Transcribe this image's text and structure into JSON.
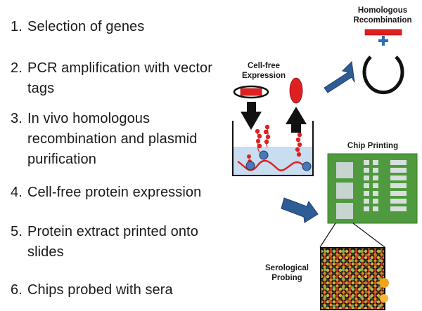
{
  "steps": [
    {
      "number": "1.",
      "line1": "Selection of genes",
      "line2": "",
      "line3": ""
    },
    {
      "number": "2.",
      "line1": "PCR amplification with vector",
      "line2": "tags",
      "line3": ""
    },
    {
      "number": "3.",
      "line1": "In vivo homologous",
      "line2": "recombination and plasmid",
      "line3": "purification"
    },
    {
      "number": "4.",
      "line1": "Cell-free protein expression",
      "line2": "",
      "line3": ""
    },
    {
      "number": "5.",
      "line1": "Protein extract printed onto",
      "line2": "slides",
      "line3": ""
    },
    {
      "number": "6.",
      "line1": "Chips probed with sera",
      "line2": "",
      "line3": ""
    }
  ],
  "labels": {
    "homologous_line1": "Homologous",
    "homologous_line2": "Recombination",
    "cellfree_line1": "Cell-free",
    "cellfree_line2": "Expression",
    "chip_printing": "Chip Printing",
    "serological_line1": "Serological",
    "serological_line2": "Probing"
  },
  "colors": {
    "tag_red": "#e02020",
    "plus_blue": "#2f6db5",
    "arrow_blue": "#2e5d96",
    "tube_liquid": "#c9ddf0",
    "slide_green": "#4f9a3e"
  },
  "icons": [
    "plasmid-ring-icon",
    "red-tag-icon",
    "plus-icon",
    "blue-arrow-icon",
    "black-arrow-icon"
  ]
}
